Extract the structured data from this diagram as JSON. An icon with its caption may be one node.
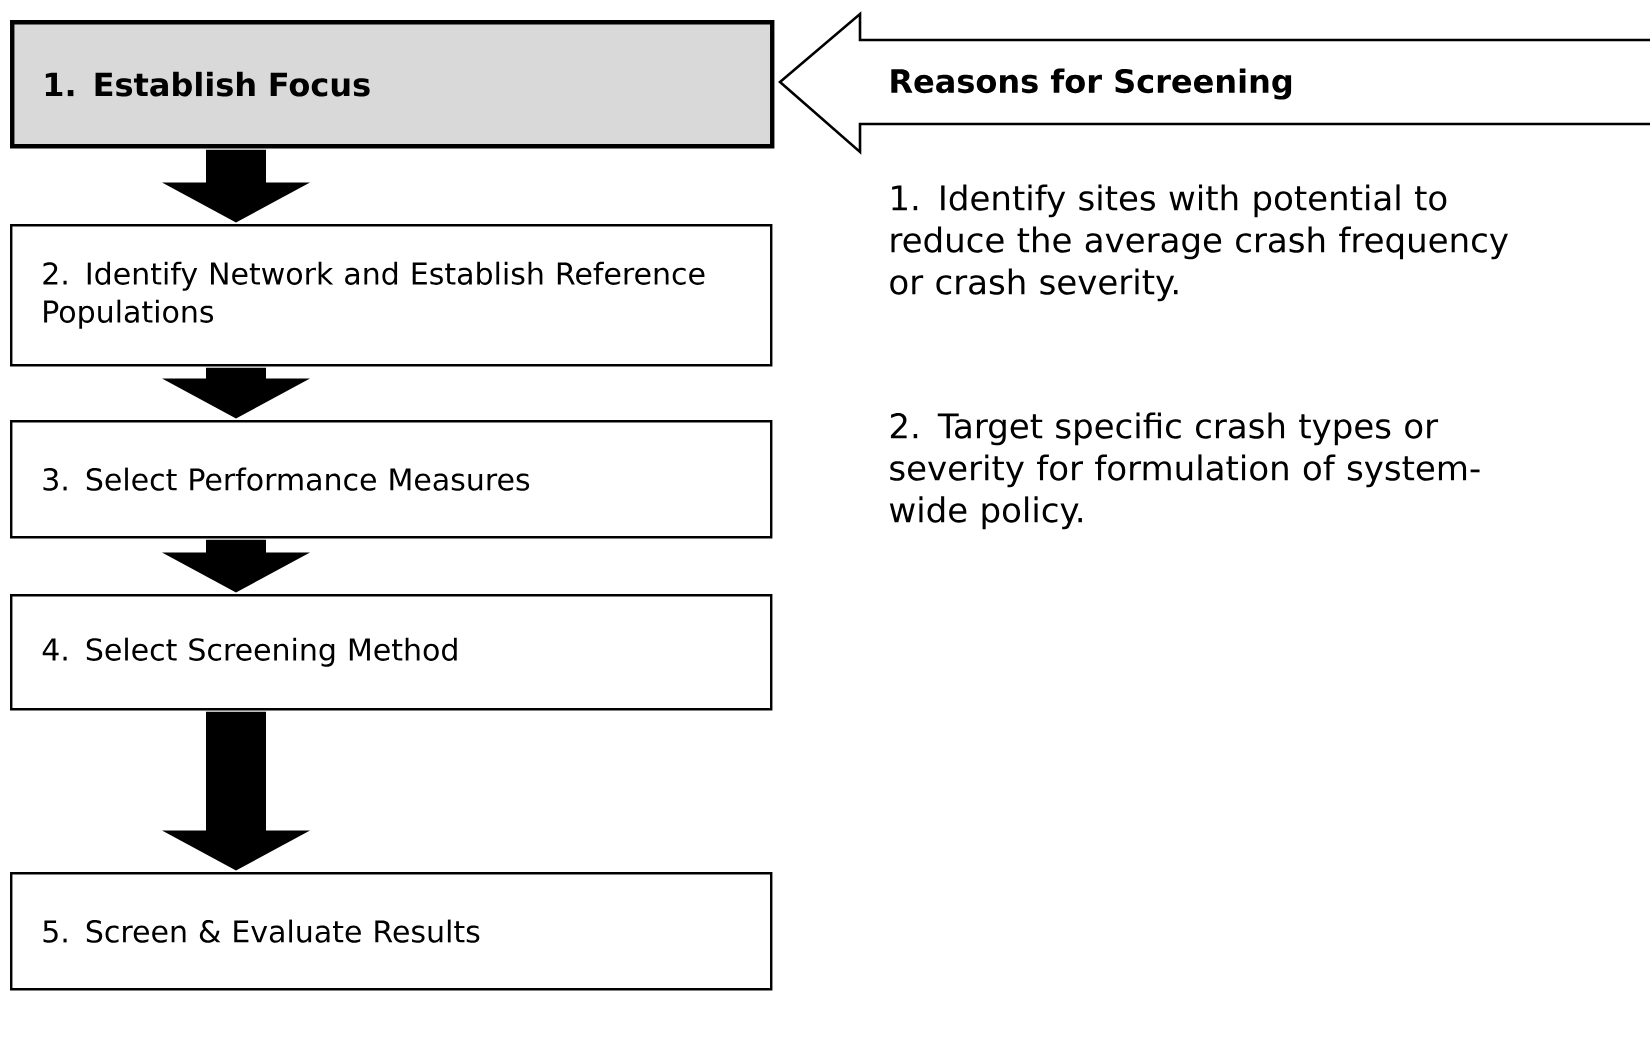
{
  "diagram": {
    "nodes": [
      {
        "text": [
          "1. Establish Focus"
        ]
      },
      {
        "text": [
          "2. Identify Network and Establish Reference Populations"
        ]
      },
      {
        "text": [
          "3. Select Performance Measures"
        ]
      },
      {
        "text": [
          "4. Select Screening Method"
        ]
      },
      {
        "text": [
          "5. Screen & Evaluate Results"
        ]
      },
      {
        "text": [
          "Reasons for Screening"
        ]
      }
    ],
    "edges": [
      {
        "from": 0,
        "to": 1,
        "arrow": "to"
      },
      {
        "from": 1,
        "to": 2,
        "arrow": "to"
      },
      {
        "from": 2,
        "to": 3,
        "arrow": "to"
      },
      {
        "from": 3,
        "to": 4,
        "arrow": "to"
      }
    ],
    "labels": [
      "1. Identify sites with potential to reduce the average crash frequency or crash severity.",
      "2. Target specific crash types or severity for formulation of system-wide policy."
    ]
  }
}
